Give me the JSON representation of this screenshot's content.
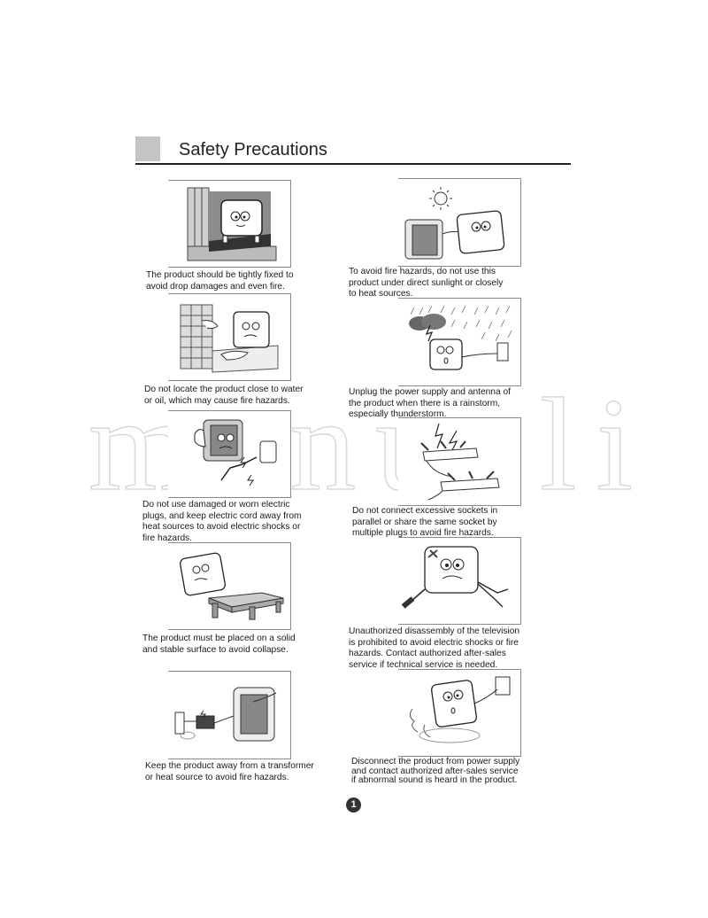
{
  "header": {
    "title": "Safety Precautions",
    "accent_square_color": "#c4c4c4"
  },
  "watermark": {
    "text": "manuali"
  },
  "precautions": [
    {
      "side": "left",
      "illustration": "tv-on-window-ledge-illustration",
      "text": "The product should be tightly fixed to\navoid drop damages and even fire."
    },
    {
      "side": "right",
      "illustration": "tv-in-sunlight-illustration",
      "text": "To avoid fire hazards, do not use this\nproduct under direct sunlight or closely\nto heat sources."
    },
    {
      "side": "left",
      "illustration": "tv-near-water-illustration",
      "text": "Do not locate the product close to water\nor oil, which may cause fire hazards."
    },
    {
      "side": "right",
      "illustration": "tv-in-rainstorm-illustration",
      "text": "Unplug the power supply and antenna of\nthe product when there is a rainstorm,\nespecially thunderstorm."
    },
    {
      "side": "left",
      "illustration": "damaged-plug-illustration",
      "text": "Do not use damaged or worn electric\nplugs, and keep electric cord away from\nheat sources to avoid electric shocks or\nfire hazards."
    },
    {
      "side": "right",
      "illustration": "overloaded-power-strips-illustration",
      "text": "Do not connect excessive sockets in\nparallel or share the same socket by\nmultiple plugs to avoid fire hazards."
    },
    {
      "side": "left",
      "illustration": "tv-on-stable-table-illustration",
      "text": "The product must be placed on a solid\nand stable surface to avoid collapse."
    },
    {
      "side": "right",
      "illustration": "tv-disassembly-tools-illustration",
      "text": "Unauthorized disassembly of the television\nis prohibited to avoid electric shocks or fire\n hazards. Contact authorized after-sales\nservice if technical service is needed."
    },
    {
      "side": "left",
      "illustration": "tv-near-transformer-illustration",
      "text": "Keep the product away from a transformer\nor heat source to avoid fire hazards."
    },
    {
      "side": "right",
      "illustration": "tv-abnormal-sound-illustration",
      "text": "Disconnect the product from power supply\nand contact authorized after-sales service\nif abnormal sound is heard in the product."
    }
  ],
  "footer": {
    "page_number": "1"
  }
}
